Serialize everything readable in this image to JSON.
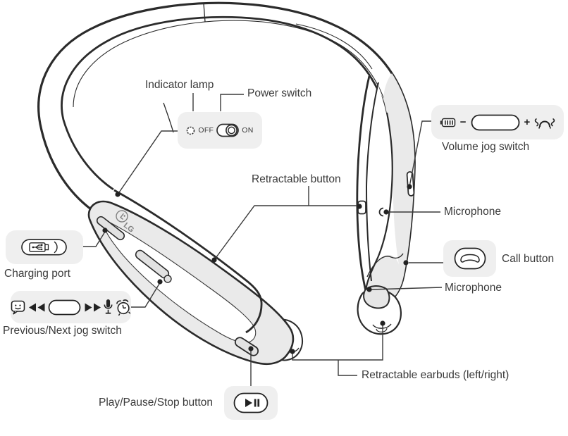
{
  "device": {
    "brand": "LG",
    "kind": "neckband-headset-diagram"
  },
  "colors": {
    "outline": "#2b2b2b",
    "band_fill": "#eaeaea",
    "panel_bg": "#efefef",
    "label_text": "#3a3a3a",
    "glyph_dark": "#222222",
    "logo_gray": "#808080"
  },
  "callouts": {
    "indicator_lamp": {
      "label": "Indicator lamp",
      "icon": "indicator-lamp-led-icon"
    },
    "power_switch": {
      "label": "Power switch",
      "off": "OFF",
      "on": "ON",
      "icon": "power-toggle-icon"
    },
    "volume_jog_switch": {
      "label": "Volume jog switch",
      "minus": "−",
      "plus": "+",
      "icons": [
        "battery-icon",
        "volume-jog-pill-icon",
        "headset-sound-icon"
      ]
    },
    "retractable_button": {
      "label": "Retractable button"
    },
    "microphone_upper": {
      "label": "Microphone",
      "icon": "mic-hole-icon"
    },
    "call_button": {
      "label": "Call button",
      "icon": "call-button-oval-icon"
    },
    "microphone_lower": {
      "label": "Microphone"
    },
    "charging_port": {
      "label": "Charging port",
      "icon": "usb-plug-icon"
    },
    "previous_next_jog_switch": {
      "label": "Previous/Next jog switch",
      "icons": [
        "voice-prompt-bubble-icon",
        "rewind-icon",
        "jog-pill-icon",
        "fast-forward-icon",
        "microphone-glyph-icon",
        "alarm-clock-icon"
      ]
    },
    "retractable_earbuds": {
      "label": "Retractable earbuds (left/right)"
    },
    "play_pause_stop": {
      "label": "Play/Pause/Stop button",
      "icon": "play-pause-icon"
    }
  }
}
